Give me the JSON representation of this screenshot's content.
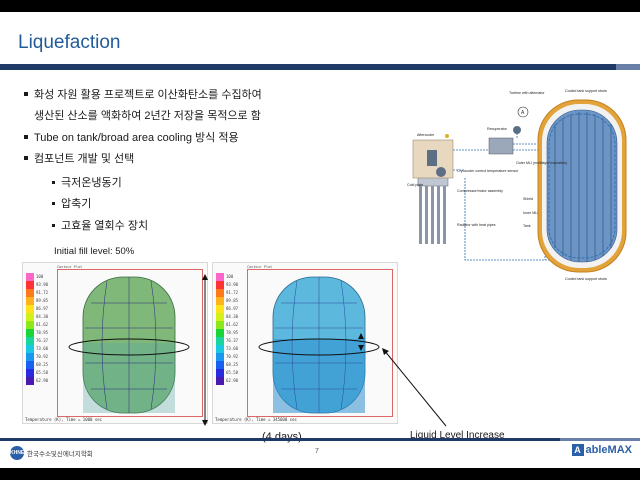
{
  "slide": {
    "title": "Liquefaction",
    "bullets": [
      "화성 자원 활용 프로젝트로 이산화탄소를 수집하여",
      "생산된 산소를 액화하여 2년간 저장을 목적으로 함",
      "Tube on tank/broad area cooling 방식 적용",
      "컴포넌트 개발 및 선택"
    ],
    "sub_bullets": [
      "극저온냉동기",
      "압축기",
      "고효율 열회수 장치"
    ],
    "fill_label": "Initial fill level: 50%",
    "days_label": "(4 days)",
    "liquid_label": "Liquid Level Increase",
    "page_number": "7"
  },
  "diagram": {
    "labels": {
      "turbine": "Turbine with alternator",
      "cooled_tank_top": "Cooled tank support struts",
      "aftercooler": "Aftercooler",
      "recuperator": "Recuperator",
      "cold_plate": "Cold plate",
      "cryocooler": "Cryocooler control temperature sensor",
      "compressor": "Compressor/motor assembly",
      "radiator": "Radiator with heat pipes",
      "outer_mli": "Outer MLI (multilayer insulation)",
      "shield": "Shield",
      "inner_mli": "Inner MLI",
      "tank": "Tank",
      "cooled_tank_bottom": "Cooled tank support struts"
    }
  },
  "sims": [
    {
      "header": "Contour Plot",
      "caption": "Temperature (K), Time = 1000 sec",
      "ticks": [
        "100",
        "93.90",
        "91.72",
        "89.85",
        "86.97",
        "84.30",
        "81.62",
        "78.95",
        "76.37",
        "73.60",
        "70.92",
        "68.25",
        "65.58",
        "62.90"
      ]
    },
    {
      "header": "Contour Plot",
      "caption": "Temperature (K), Time = 345600 sec",
      "ticks": [
        "100",
        "93.90",
        "91.72",
        "89.85",
        "86.97",
        "84.30",
        "81.62",
        "78.95",
        "76.37",
        "73.60",
        "70.92",
        "68.25",
        "65.58",
        "62.90"
      ]
    }
  ],
  "logos": {
    "left_emblem": "KHNES",
    "left_name": "한국수소및신에너지학회",
    "right_mark": "A",
    "right_text": "ableMAX"
  },
  "colors": {
    "title": "#1f5c99",
    "rule": "#1f3a66",
    "tank_green": "#3fae6b",
    "tank_blue": "#3aa7d6",
    "logo_blue": "#2b5fa8"
  }
}
